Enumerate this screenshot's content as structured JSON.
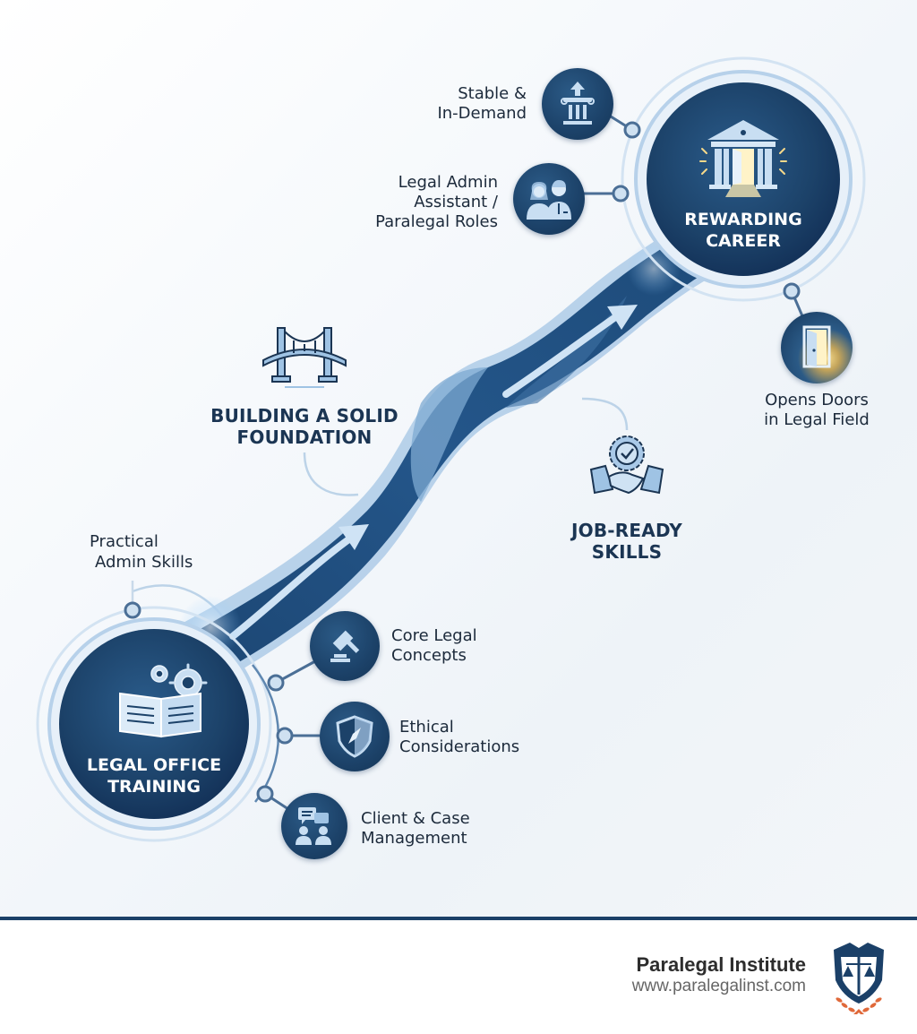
{
  "diagram": {
    "title": "Legal Office Training to Rewarding Career pathway",
    "colors": {
      "navy": "#1b4068",
      "node_fill": "#1c4269",
      "path_dark": "#1e4a75",
      "path_light": "#8fb8dd",
      "accent_light": "#cfe2f3",
      "text_dark": "#1c2a3b",
      "logo_orange": "#e0693a"
    },
    "start_hub": {
      "label_line1": "LEGAL OFFICE",
      "label_line2": "TRAINING",
      "icon": "book-gears-icon"
    },
    "end_hub": {
      "label_line1": "REWARDING",
      "label_line2": "CAREER",
      "icon": "courthouse-door-icon"
    },
    "milestones": [
      {
        "id": "foundation",
        "line1": "BUILDING A SOLID",
        "line2": "FOUNDATION",
        "icon": "bridge-icon"
      },
      {
        "id": "job_ready",
        "line1": "JOB-READY",
        "line2": "SKILLS",
        "icon": "badge-handshake-icon"
      }
    ],
    "start_branches": [
      {
        "line1": "Practical",
        "line2": "Admin Skills",
        "icon": "none"
      },
      {
        "line1": "Core Legal",
        "line2": "Concepts",
        "icon": "gavel-icon"
      },
      {
        "line1": "Ethical",
        "line2": "Considerations",
        "icon": "shield-compass-icon"
      },
      {
        "line1": "Client & Case",
        "line2": "Management",
        "icon": "chat-people-icon"
      }
    ],
    "end_branches": [
      {
        "line1": "Stable &",
        "line2": "In-Demand",
        "icon": "pillar-arrow-icon"
      },
      {
        "line1": "Legal Admin",
        "line2": "Assistant /",
        "line3": "Paralegal Roles",
        "icon": "professionals-icon"
      },
      {
        "line1": "Opens Doors",
        "line2": "in Legal Field",
        "icon": "open-door-icon"
      }
    ]
  },
  "footer": {
    "brand_name": "Paralegal Institute",
    "brand_url": "www.paralegalinst.com",
    "logo_icon": "scales-shield-logo-icon"
  }
}
